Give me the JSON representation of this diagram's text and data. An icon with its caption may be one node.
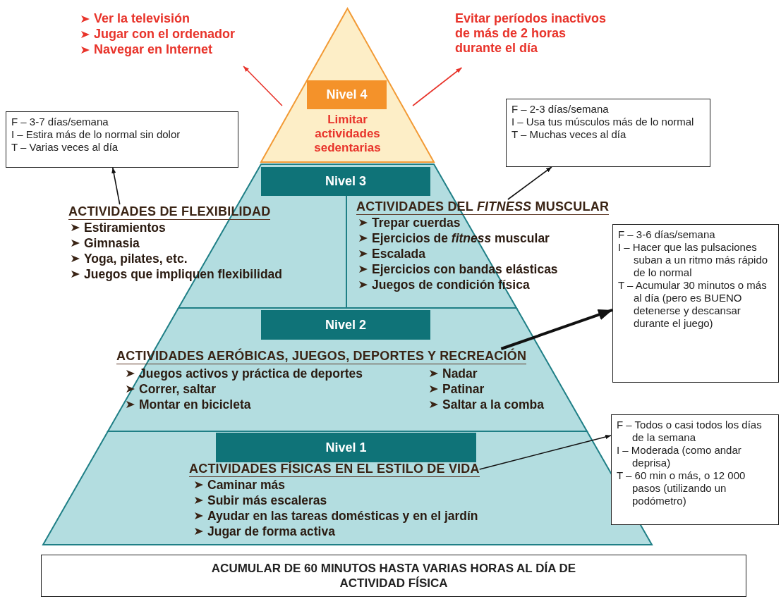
{
  "diagram": {
    "nodes": [
      {
        "text": [
          "Ver la televisión",
          "Jugar con el ordenador",
          "Navegar en Internet"
        ]
      },
      {
        "text": [
          "Evitar períodos inactivos de más de 2 horas durante el día"
        ]
      },
      {
        "text": [
          "Nivel 4",
          "Limitar actividades sedentarias"
        ]
      },
      {
        "text": [
          "F – 3-7 días/semana",
          "I – Estira más de lo normal sin dolor",
          "T – Varias veces al día"
        ]
      },
      {
        "text": [
          "F – 2-3 días/semana",
          "I – Usa tus músculos más de lo normal",
          "T – Muchas veces al día"
        ]
      },
      {
        "text": [
          "Nivel 3"
        ]
      },
      {
        "text": [
          "ACTIVIDADES DE FLEXIBILIDAD",
          "Estiramientos",
          "Gimnasia",
          "Yoga, pilates, etc.",
          "Juegos que impliquen flexibilidad"
        ]
      },
      {
        "text": [
          "ACTIVIDADES DEL *FITNESS* MUSCULAR",
          "Trepar cuerdas",
          "Ejercicios de *fitness* muscular",
          "Escalada",
          "Ejercicios con bandas elásticas",
          "Juegos de condición física"
        ]
      },
      {
        "text": [
          "F – 3-6 días/semana",
          "I – Hacer que las pulsaciones suban a un ritmo más rápido de lo normal",
          "T – Acumular 30 minutos o más al día (pero es BUENO detenerse y descansar durante el juego)"
        ]
      },
      {
        "text": [
          "Nivel 2"
        ]
      },
      {
        "text": [
          "ACTIVIDADES AERÓBICAS, JUEGOS, DEPORTES Y RECREACIÓN",
          "Juegos activos y práctica de deportes",
          "Correr, saltar",
          "Montar en bicicleta",
          "Nadar",
          "Patinar",
          "Saltar a la comba"
        ],
        "in": 9
      },
      {
        "text": [
          "Nivel 1"
        ]
      },
      {
        "text": [
          "ACTIVIDADES FÍSICAS EN EL ESTILO DE VIDA",
          "Caminar más",
          "Subir más escaleras",
          "Ayudar en las tareas domésticas y en el jardín",
          "Jugar de forma activa"
        ],
        "in": 11
      },
      {
        "text": [
          "F – Todos o casi todos los días de la semana",
          "I – Moderada (como andar deprisa)",
          "T – 60 min o más, o 12 000 pasos (utilizando un podómetro)"
        ]
      },
      {
        "text": [
          "ACUMULAR DE 60 MINUTOS HASTA VARIAS HORAS AL DÍA DE ACTIVIDAD FÍSICA"
        ]
      }
    ],
    "edges": [
      {
        "from": 2,
        "to": 0,
        "arrow": "to",
        "color": "#e8332a"
      },
      {
        "from": 2,
        "to": 1,
        "arrow": "to",
        "color": "#e8332a"
      },
      {
        "from": 6,
        "to": 3,
        "arrow": "to"
      },
      {
        "from": 7,
        "to": 4,
        "arrow": "to"
      },
      {
        "from": 10,
        "to": 8,
        "arrow": "to",
        "style": "thick"
      },
      {
        "from": 12,
        "to": 13,
        "arrow": "to"
      }
    ]
  }
}
